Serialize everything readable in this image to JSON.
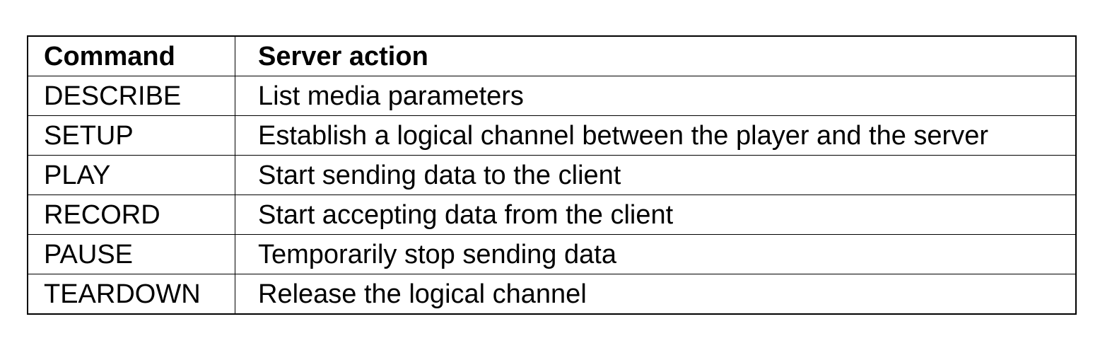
{
  "table": {
    "headers": [
      "Command",
      "Server action"
    ],
    "rows": [
      [
        "DESCRIBE",
        "List media parameters"
      ],
      [
        "SETUP",
        "Establish a logical channel between the player and the server"
      ],
      [
        "PLAY",
        "Start sending data to the client"
      ],
      [
        "RECORD",
        "Start accepting data from the client"
      ],
      [
        "PAUSE",
        "Temporarily stop sending data"
      ],
      [
        "TEARDOWN",
        "Release the logical channel"
      ]
    ]
  }
}
